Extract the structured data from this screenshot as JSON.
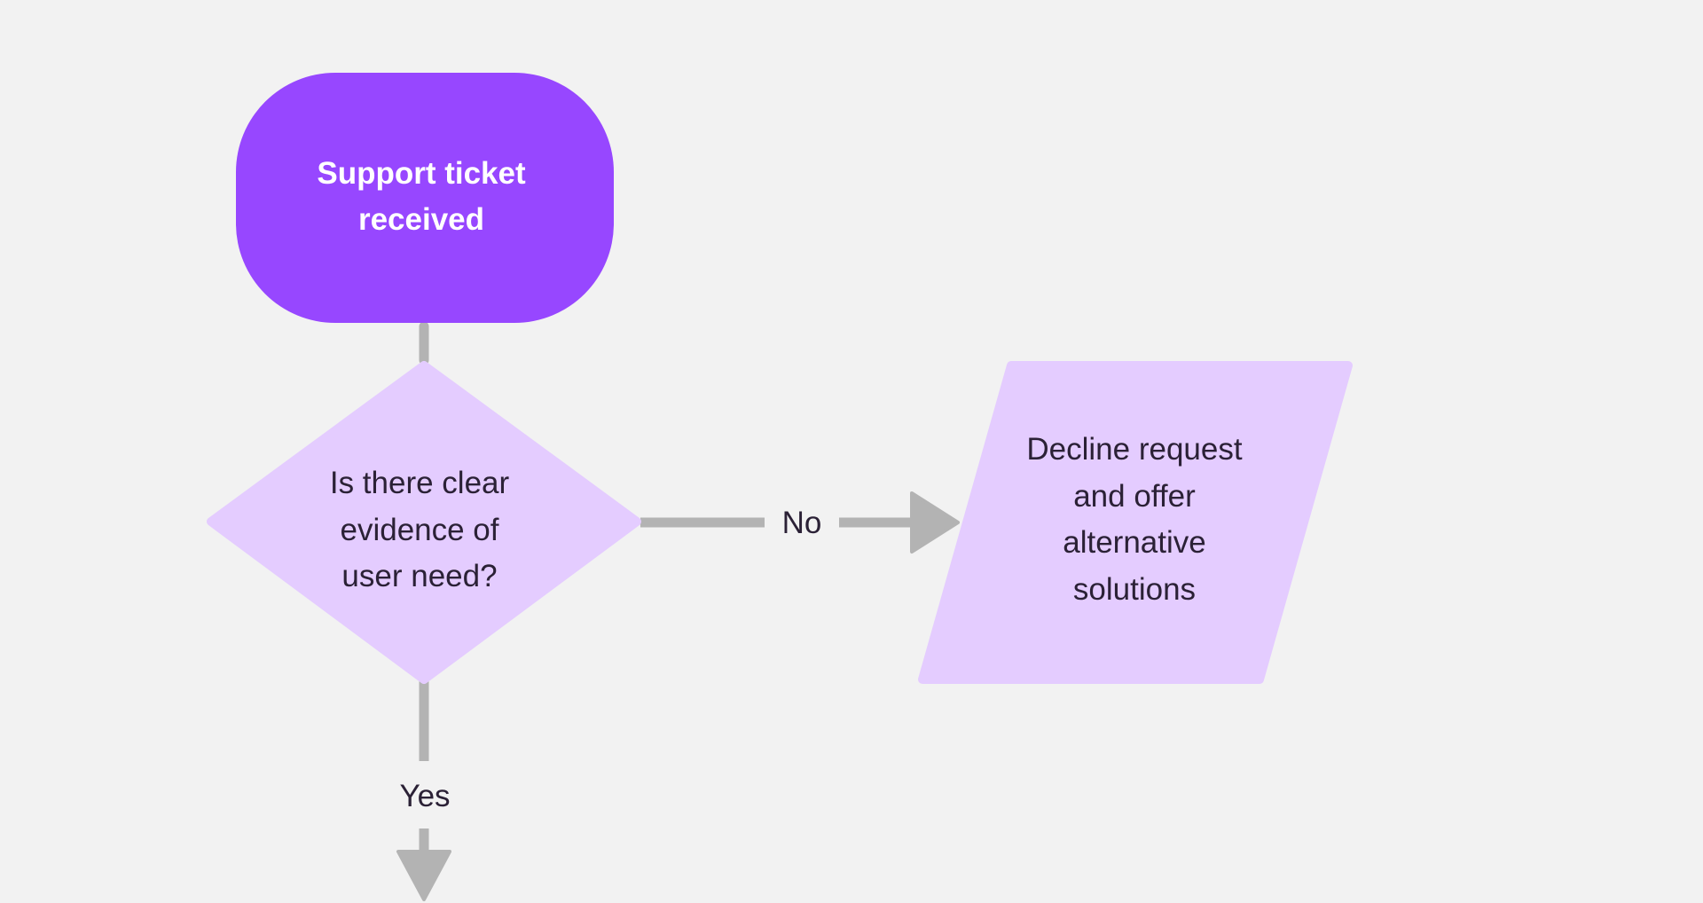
{
  "diagram": {
    "colors": {
      "background": "#f2f2f2",
      "start_fill": "#9747ff",
      "start_text": "#ffffff",
      "node_fill": "#e4ccff",
      "node_text": "#2b2136",
      "connector": "#b3b3b3"
    },
    "nodes": {
      "start": {
        "shape": "terminator",
        "lines": [
          "Support ticket",
          "received"
        ]
      },
      "decision": {
        "shape": "diamond",
        "lines": [
          "Is there clear",
          "evidence of",
          "user need?"
        ]
      },
      "decline": {
        "shape": "parallelogram",
        "lines": [
          "Decline request",
          "and offer",
          "alternative",
          "solutions"
        ]
      }
    },
    "edges": {
      "start_to_decision": {
        "label": ""
      },
      "decision_no": {
        "label": "No"
      },
      "decision_yes": {
        "label": "Yes"
      }
    }
  }
}
